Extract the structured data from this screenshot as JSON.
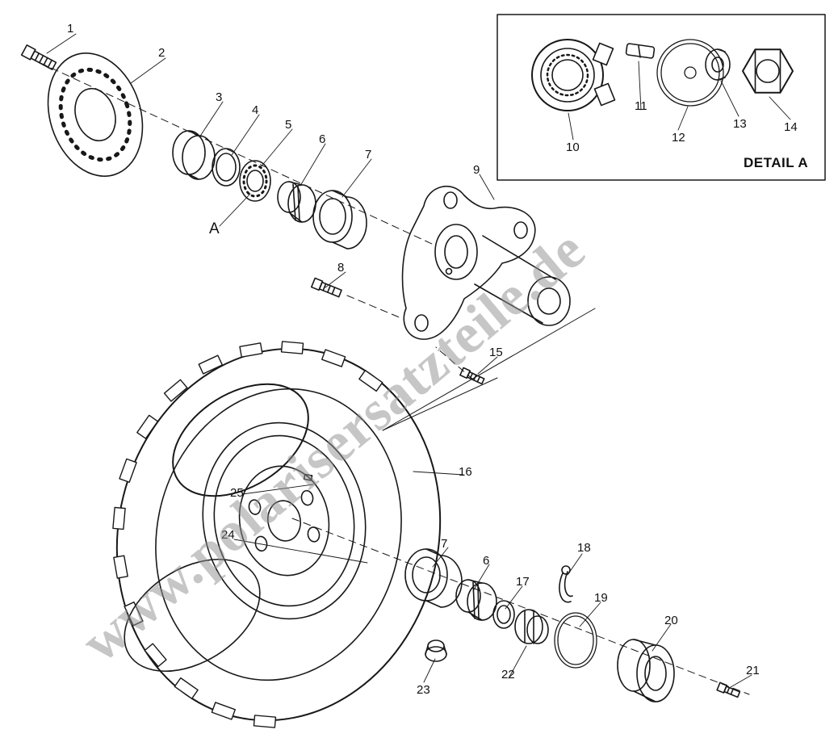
{
  "watermark": "www.polarisersatzteile.de",
  "detail_inset": {
    "label": "DETAIL A"
  },
  "section_marker": "A",
  "callouts": [
    "1",
    "2",
    "3",
    "4",
    "5",
    "6",
    "7",
    "8",
    "9",
    "10",
    "11",
    "12",
    "13",
    "14",
    "15",
    "16",
    "17",
    "18",
    "19",
    "20",
    "21",
    "22",
    "23",
    "24",
    "25"
  ],
  "duplicate_callouts": {
    "lower_bearing_cup": "7",
    "lower_bearing_cone": "6"
  }
}
